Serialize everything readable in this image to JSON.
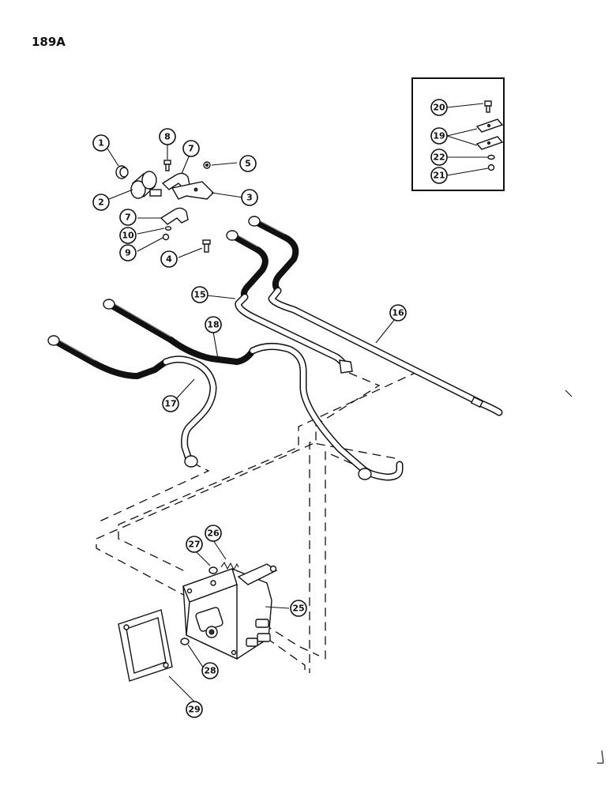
{
  "page": {
    "number": "189A"
  },
  "callouts": [
    {
      "id": "c1",
      "label": "1"
    },
    {
      "id": "c2",
      "label": "2"
    },
    {
      "id": "c3",
      "label": "3"
    },
    {
      "id": "c4",
      "label": "4"
    },
    {
      "id": "c5",
      "label": "5"
    },
    {
      "id": "c7a",
      "label": "7"
    },
    {
      "id": "c7b",
      "label": "7"
    },
    {
      "id": "c8",
      "label": "8"
    },
    {
      "id": "c9",
      "label": "9"
    },
    {
      "id": "c10",
      "label": "10"
    },
    {
      "id": "c15",
      "label": "15"
    },
    {
      "id": "c16",
      "label": "16"
    },
    {
      "id": "c17",
      "label": "17"
    },
    {
      "id": "c18",
      "label": "18"
    },
    {
      "id": "c19",
      "label": "19"
    },
    {
      "id": "c20",
      "label": "20"
    },
    {
      "id": "c21",
      "label": "21"
    },
    {
      "id": "c22",
      "label": "22"
    },
    {
      "id": "c25",
      "label": "25"
    },
    {
      "id": "c26",
      "label": "26"
    },
    {
      "id": "c27",
      "label": "27"
    },
    {
      "id": "c28",
      "label": "28"
    },
    {
      "id": "c29",
      "label": "29"
    }
  ]
}
